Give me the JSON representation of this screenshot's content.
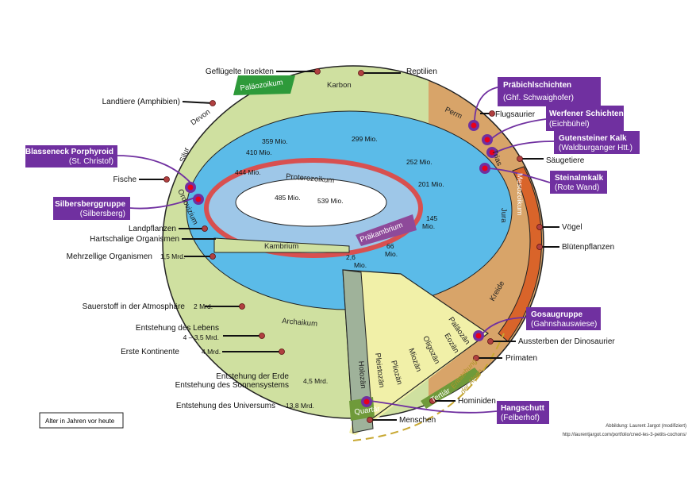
{
  "colors": {
    "box_purple": "#7030a0",
    "pin_red": "#e8001c",
    "paleozoic_green": "#cfe0a0",
    "mesozoic_brown": "#d8a469",
    "cenozoic_yellow": "#f1f0a8",
    "sea_blue": "#5bbbe8",
    "precambrian_purple": "#8e4a9a",
    "mesozoic_banner": "#d9642a",
    "paleozoic_banner": "#2e9a3a"
  },
  "events_left": {
    "gefluegelte_insekten": "Geflügelte Insekten",
    "landtiere": "Landtiere (Amphibien)",
    "fische": "Fische",
    "landpflanzen": "Landpflanzen",
    "hartschalige": "Hartschalige Organismen",
    "mehrzellige": "Mehrzellige Organismen",
    "mehrzellige_age": "1,5 Mrd.",
    "sauerstoff": "Sauerstoff in der Atmosphäre",
    "sauerstoff_age": "2 Mrd.",
    "leben": "Entstehung des Lebens",
    "leben_age": "4 – 3,5 Mrd.",
    "kontinente": "Erste Kontinente",
    "kontinente_age": "4 Mrd.",
    "erde": "Entstehung der Erde",
    "sonnensystem": "Entstehung des Sonnensystems",
    "erde_age": "4,5 Mrd.",
    "universum": "Entstehung des Universums",
    "universum_age": "13,8 Mrd."
  },
  "events_right": {
    "reptilien": "Reptilien",
    "flugsaurier": "Flugsaurier",
    "saeugetiere": "Säugetiere",
    "voegel": "Vögel",
    "bluetenpflanzen": "Blütenpflanzen",
    "aussterben": "Aussterben der Dinosaurier",
    "primaten": "Primaten",
    "hominiden": "Hominiden",
    "menschen": "Menschen"
  },
  "locations": [
    {
      "title": "Präbichlschichten",
      "sub": "(Ghf. Schwaighofer)"
    },
    {
      "title": "Werfener Schichten",
      "sub": "(Eichbühel)"
    },
    {
      "title": "Gutensteiner Kalk",
      "sub": "(Waldburganger Htt.)"
    },
    {
      "title": "Steinalmkalk",
      "sub": "(Rote Wand)"
    },
    {
      "title": "Blasseneck Porphyroid",
      "sub": "(St. Christof)"
    },
    {
      "title": "Silbersberggruppe",
      "sub": "(Silbersberg)"
    },
    {
      "title": "Gosaugruppe",
      "sub": "(Gahnshauswiese)"
    },
    {
      "title": "Hangschutt",
      "sub": "(Felberhof)"
    }
  ],
  "eras": {
    "palaeozoikum": "Paläozoikum",
    "mesozoikum": "Mesozoikum",
    "proterozoikum": "Proterozoikum",
    "praekambrium": "Präkambrium",
    "archaikum": "Archaikum",
    "tertiaer": "Tertiär",
    "quartaer": "Quartär"
  },
  "periods": {
    "karbon": "Karbon",
    "perm": "Perm",
    "devon": "Devon",
    "silur": "Silur",
    "ordovizium": "Ordovizium",
    "kambrium": "Kambrium",
    "trias": "Trias",
    "jura": "Jura",
    "kreide": "Kreide",
    "palaeozaen": "Paläozän",
    "eozaen": "Eozän",
    "oligozaen": "Oligozän",
    "miozaen": "Miozän",
    "pliozaen": "Pliozän",
    "pleistozaen": "Pleistozän",
    "holozaen": "Holozän"
  },
  "ages": {
    "m359": "359 Mio.",
    "m299": "299 Mio.",
    "m410": "410 Mio.",
    "m444": "444 Mio.",
    "m252": "252 Mio.",
    "m201": "201 Mio.",
    "m485": "485 Mio.",
    "m539": "539 Mio.",
    "m145": "145",
    "m66": "66",
    "m2_6": "2,6",
    "mio": "Mio."
  },
  "alps_line1": "Entstehung",
  "alps_line2": "der Alpen",
  "legend": "Alter in Jahren vor heute",
  "credit": "Abbildung: Laurent Jargot (modifiziert)",
  "credit_url": "http://laurentjargot.com/portfolio/cned-les-3-petits-cochons/"
}
